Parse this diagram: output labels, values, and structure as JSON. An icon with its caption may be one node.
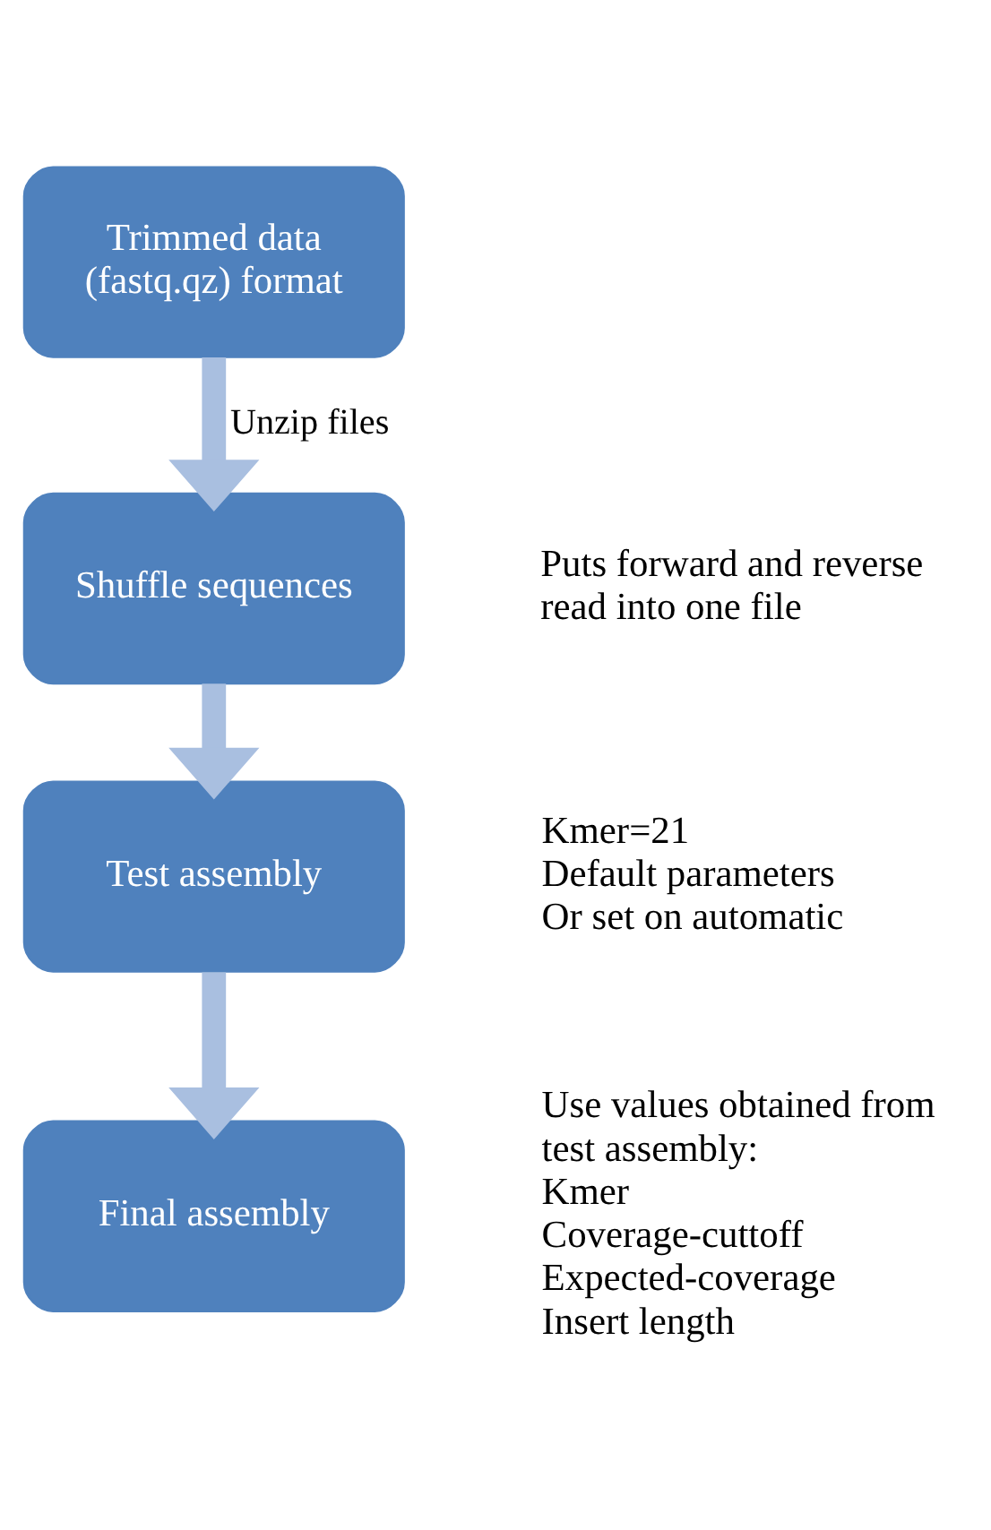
{
  "diagram": {
    "nodes": [
      {
        "text": [
          "Trimmed data (fastq.qz) format"
        ]
      },
      {
        "text": [
          "Shuffle sequences"
        ],
        "beside": [
          "Puts forward and reverse read into one file"
        ]
      },
      {
        "text": [
          "Test assembly"
        ],
        "beside": [
          "Kmer=21",
          "Default parameters",
          "Or set on automatic"
        ]
      },
      {
        "text": [
          "Final assembly"
        ],
        "beside": [
          "Use values obtained from test assembly:",
          "Kmer",
          "Coverage-cuttoff",
          "Expected-coverage",
          "Insert length"
        ]
      }
    ],
    "edges": [
      {
        "from": 0,
        "to": 1,
        "arrow": "to",
        "label": "Unzip files"
      },
      {
        "from": 1,
        "to": 2,
        "arrow": "to"
      },
      {
        "from": 2,
        "to": 3,
        "arrow": "to"
      }
    ]
  }
}
